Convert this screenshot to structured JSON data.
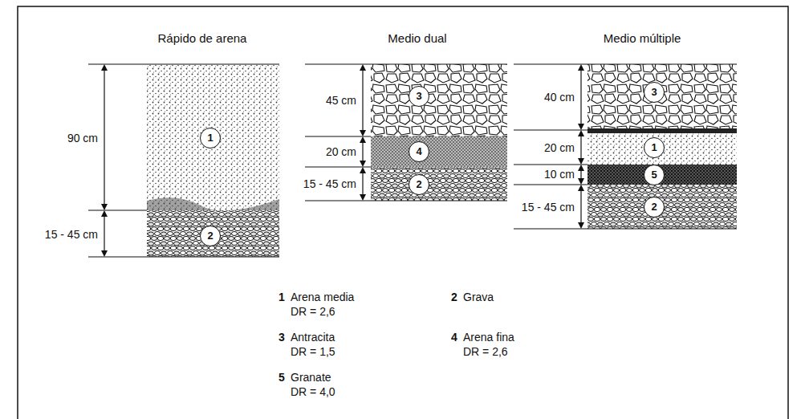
{
  "diagram": {
    "nodes": [
      {
        "text": [
          "1"
        ]
      },
      {
        "text": [
          "2"
        ]
      },
      {
        "text": [
          "3"
        ]
      },
      {
        "text": [
          "4"
        ]
      },
      {
        "text": [
          "2"
        ]
      },
      {
        "text": [
          "3"
        ]
      },
      {
        "text": [
          "1"
        ]
      },
      {
        "text": [
          "5"
        ]
      },
      {
        "text": [
          "2"
        ]
      }
    ],
    "labels": [
      "Rápido de arena",
      "Medio dual",
      "Medio múltiple",
      "90 cm",
      "15 - 45 cm",
      "45 cm",
      "20 cm",
      "15 - 45 cm",
      "40 cm",
      "20 cm",
      "10 cm",
      "15 - 45 cm",
      "1",
      "Arena media",
      "DR = 2,6",
      "2",
      "Grava",
      "3",
      "Antracita",
      "DR = 1,5",
      "4",
      "Arena fina",
      "DR = 2,6",
      "5",
      "Granate",
      "DR = 4,0"
    ]
  }
}
